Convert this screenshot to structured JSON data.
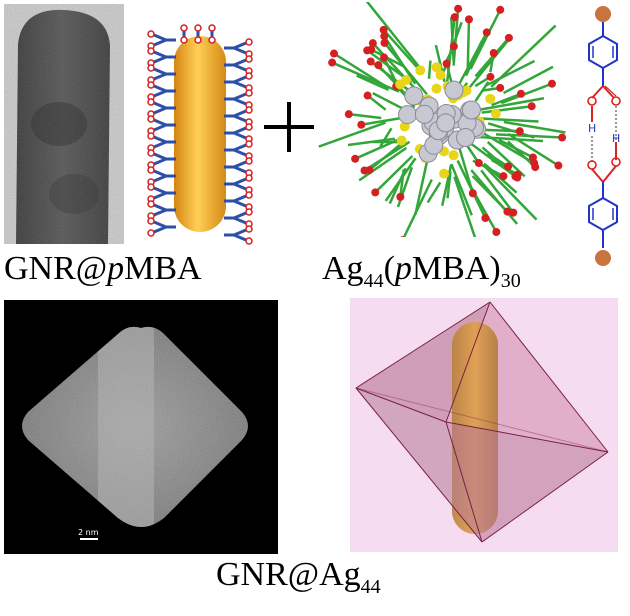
{
  "panels": {
    "gnr_pmba": {
      "label_prefix": "GNR@",
      "label_italic": "p",
      "label_suffix": "MBA"
    },
    "cluster": {
      "label_main": "Ag",
      "label_sub1": "44",
      "label_mid": "(",
      "label_italic": "p",
      "label_end": "MBA)",
      "label_sub2": "30"
    },
    "plus_sign": "+",
    "stem_image": {
      "scale_bar_text": "2 nm"
    },
    "bottom": {
      "label_main": "GNR@Ag",
      "label_sub": "44"
    }
  },
  "colors": {
    "gold_rod": "#f2a427",
    "ligand_blue": "#2d4fa8",
    "oxygen_red": "#d42020",
    "silver_atom": "#c8c8d2",
    "sulfur_yellow": "#e8d51a",
    "carbon_green": "#33a63a",
    "octahedron_face": "#c48aa5",
    "octahedron_bg": "#f6dcf0",
    "molecule_blue": "#2233cc",
    "molecule_red": "#dd2222",
    "sulfur_end": "#c07040"
  }
}
